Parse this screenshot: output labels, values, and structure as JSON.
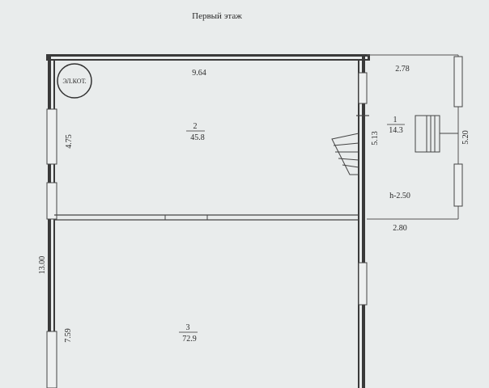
{
  "title": "Первый этаж",
  "boiler_label": "ЭЛ.КОТ.",
  "rooms": [
    {
      "number": "1",
      "area": "14.3"
    },
    {
      "number": "2",
      "area": "45.8"
    },
    {
      "number": "3",
      "area": "72.9"
    }
  ],
  "dimensions": {
    "top_width": "9.64",
    "left_upper": "4.75",
    "left_total": "13.00",
    "left_lower": "7.59",
    "annex_top": "2.78",
    "annex_bottom": "2.80",
    "annex_depth_inner": "5.13",
    "annex_depth_outer": "5.20",
    "ceiling_height": "h-2.50"
  }
}
